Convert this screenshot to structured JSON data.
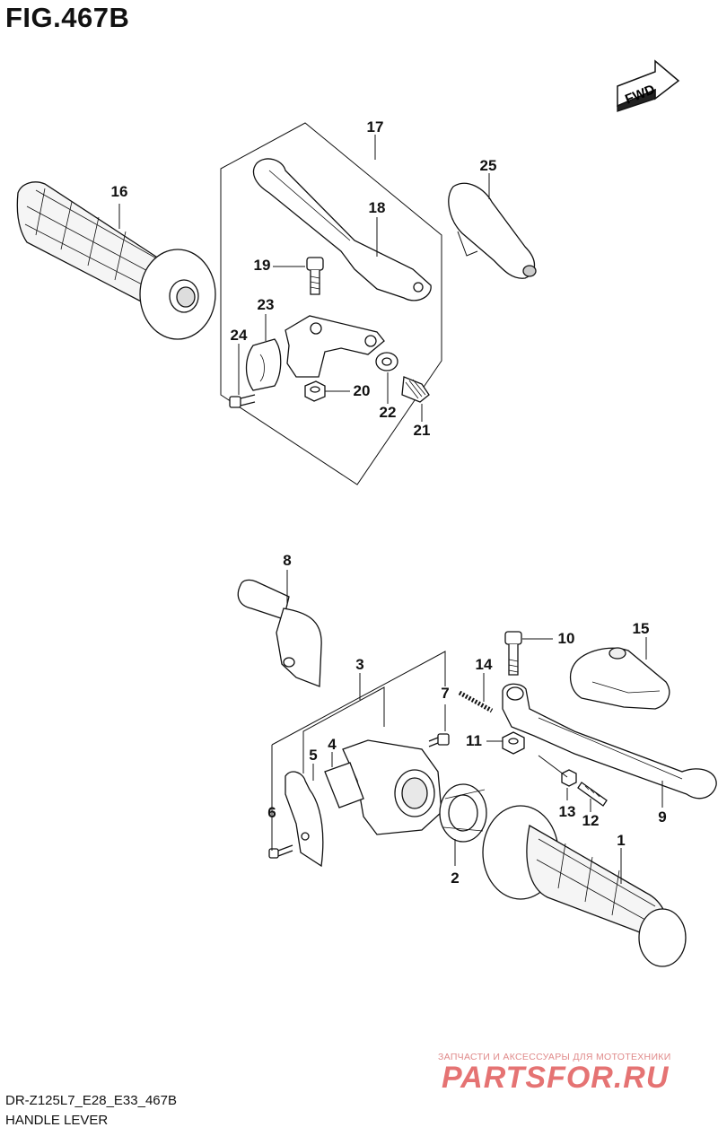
{
  "figure": {
    "title": "FIG.467B"
  },
  "fwd_badge": {
    "label": "FWD"
  },
  "callouts": [
    {
      "id": "c1",
      "label": "1"
    },
    {
      "id": "c2",
      "label": "2"
    },
    {
      "id": "c3",
      "label": "3"
    },
    {
      "id": "c4",
      "label": "4"
    },
    {
      "id": "c5",
      "label": "5"
    },
    {
      "id": "c6",
      "label": "6"
    },
    {
      "id": "c7",
      "label": "7"
    },
    {
      "id": "c8",
      "label": "8"
    },
    {
      "id": "c9",
      "label": "9"
    },
    {
      "id": "c10",
      "label": "10"
    },
    {
      "id": "c11",
      "label": "11"
    },
    {
      "id": "c12",
      "label": "12"
    },
    {
      "id": "c13",
      "label": "13"
    },
    {
      "id": "c14",
      "label": "14"
    },
    {
      "id": "c15",
      "label": "15"
    },
    {
      "id": "c16",
      "label": "16"
    },
    {
      "id": "c17",
      "label": "17"
    },
    {
      "id": "c18",
      "label": "18"
    },
    {
      "id": "c19",
      "label": "19"
    },
    {
      "id": "c20",
      "label": "20"
    },
    {
      "id": "c21",
      "label": "21"
    },
    {
      "id": "c22",
      "label": "22"
    },
    {
      "id": "c23",
      "label": "23"
    },
    {
      "id": "c24",
      "label": "24"
    },
    {
      "id": "c25",
      "label": "25"
    }
  ],
  "watermark": {
    "tagline": "ЗАПЧАСТИ И АКСЕССУАРЫ ДЛЯ МОТОТЕХНИКИ",
    "brand": "PARTSFOR.RU"
  },
  "footer": {
    "model_code": "DR-Z125L7_E28_E33_467B",
    "caption": "HANDLE LEVER"
  }
}
